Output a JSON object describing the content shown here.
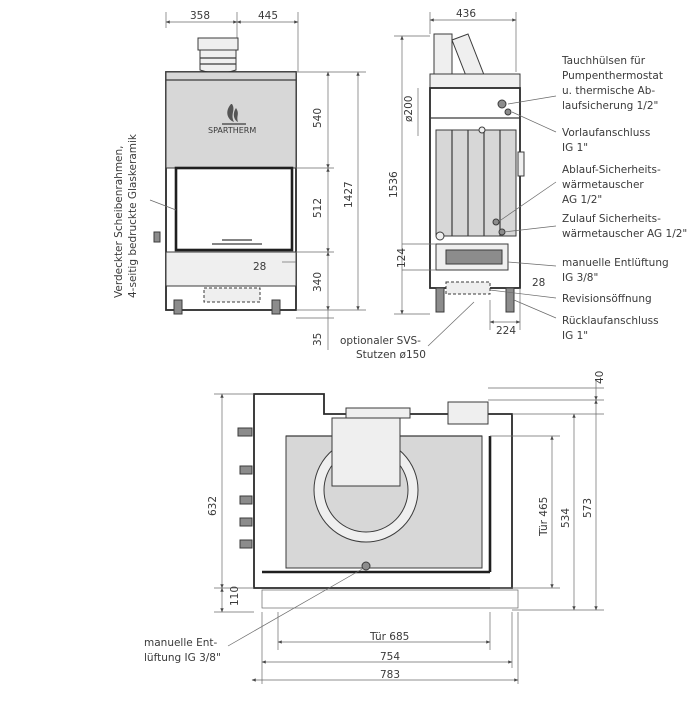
{
  "front_view": {
    "dim_width_left": "358",
    "dim_width_right": "445",
    "dim_top": "540",
    "dim_middle": "512",
    "dim_bottom": "340",
    "dim_floor": "35",
    "dim_total_height": "1427",
    "dim_small": "28",
    "brand": "SPARTHERM",
    "frame_label_line1": "Verdeckter Scheibenrahmen,",
    "frame_label_line2": "4-seitig bedruckte Glaskeramik"
  },
  "side_view": {
    "dim_width": "436",
    "dim_flue": "ø200",
    "dim_total_height": "1536",
    "dim_lower": "124",
    "dim_28": "28",
    "dim_224": "224",
    "optional_label_line1": "optionaler SVS-",
    "optional_label_line2": "Stutzen ø150"
  },
  "callouts": [
    {
      "lines": [
        "Tauchhülsen für",
        "Pumpenthermostat",
        "u. thermische Ab-",
        "laufsicherung 1/2\""
      ]
    },
    {
      "lines": [
        "Vorlaufanschluss",
        "IG 1\""
      ]
    },
    {
      "lines": [
        "Ablauf-Sicherheits-",
        "wärmetauscher",
        "AG 1/2\""
      ]
    },
    {
      "lines": [
        "Zulauf Sicherheits-",
        "wärmetauscher AG 1/2\""
      ]
    },
    {
      "lines": [
        "manuelle Entlüftung",
        "IG 3/8\""
      ]
    },
    {
      "lines": [
        "Revisionsöffnung"
      ]
    },
    {
      "lines": [
        "Rücklaufanschluss",
        "IG 1\""
      ]
    }
  ],
  "plan_view": {
    "dim_40": "40",
    "dim_632": "632",
    "dim_110": "110",
    "dim_door_465": "Tür 465",
    "dim_534": "534",
    "dim_573": "573",
    "dim_door_685": "Tür 685",
    "dim_754": "754",
    "dim_783": "783",
    "vent_label_line1": "manuelle Ent-",
    "vent_label_line2": "lüftung IG 3/8\""
  }
}
